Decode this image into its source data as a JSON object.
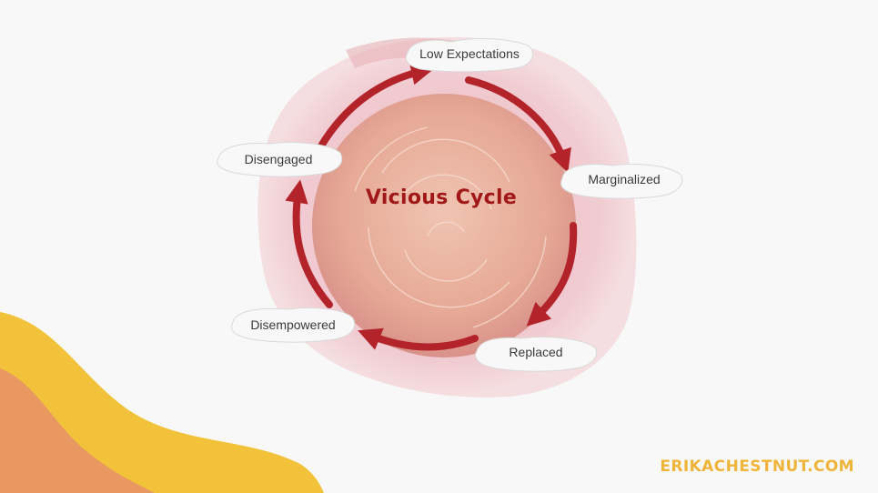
{
  "diagram": {
    "title": "Vicious Cycle",
    "stages": [
      {
        "label": "Low Expectations"
      },
      {
        "label": "Marginalized"
      },
      {
        "label": "Replaced"
      },
      {
        "label": "Disempowered"
      },
      {
        "label": "Disengaged"
      }
    ]
  },
  "footer": {
    "brand": "ERIKACHESTNUT.COM"
  },
  "colors": {
    "arrow": "#b3232a",
    "center_fill": "#e8b0a0",
    "wash": "#efc7cf",
    "brand": "#f1b43a",
    "wave_yellow": "#f2c23a",
    "wave_orange": "#e89860"
  }
}
